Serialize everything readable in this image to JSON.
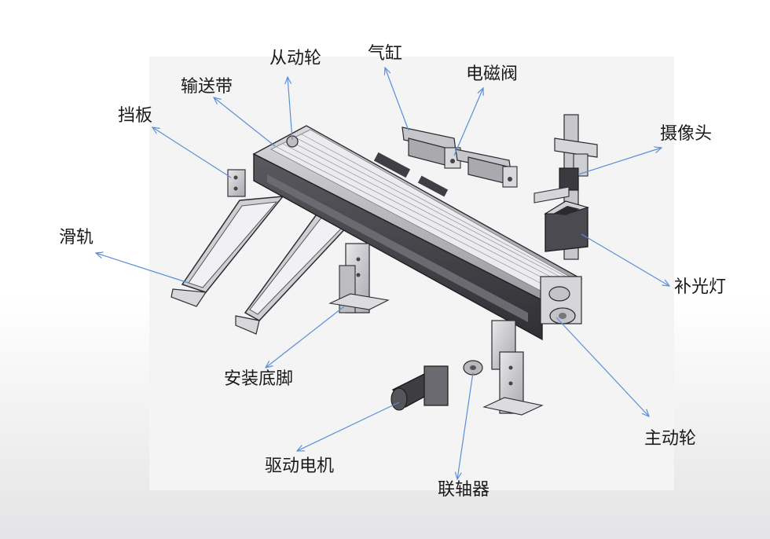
{
  "labels": {
    "driven_wheel": "从动轮",
    "cylinder": "气缸",
    "solenoid_valve": "电磁阀",
    "conveyor_belt": "输送带",
    "baffle": "挡板",
    "camera": "摄像头",
    "slide_rail": "滑轨",
    "fill_light": "补光灯",
    "mounting_feet": "安装底脚",
    "drive_wheel": "主动轮",
    "drive_motor": "驱动电机",
    "coupling": "联轴器"
  },
  "colors": {
    "arrow": "#5b8fd6",
    "metal_dark": "#4a4a4f",
    "metal_mid": "#8a8a90",
    "metal_light": "#c9c9cd",
    "panel": "#f4f4f5"
  }
}
